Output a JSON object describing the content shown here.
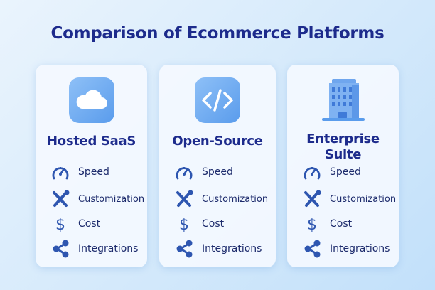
{
  "title": "Comparison of Ecommerce Platforms",
  "colors": {
    "title": "#1d2b8c",
    "icon": "#2e56b0",
    "accent": "#5a9cec"
  },
  "cards": [
    {
      "name": "Hosted SaaS",
      "icon": "cloud-icon",
      "features": [
        {
          "label": "Speed",
          "icon": "speedometer-icon"
        },
        {
          "label": "Customization",
          "icon": "tools-icon"
        },
        {
          "label": "Cost",
          "icon": "dollar-icon"
        },
        {
          "label": "Integrations",
          "icon": "share-icon"
        }
      ]
    },
    {
      "name": "Open-Source",
      "icon": "code-icon",
      "features": [
        {
          "label": "Speed",
          "icon": "speedometer-icon"
        },
        {
          "label": "Customization",
          "icon": "tools-icon"
        },
        {
          "label": "Cost",
          "icon": "dollar-icon"
        },
        {
          "label": "Integrations",
          "icon": "share-icon"
        }
      ]
    },
    {
      "name_line1": "Enterprise",
      "name_line2": "Suite",
      "icon": "building-icon",
      "features": [
        {
          "label": "Speed",
          "icon": "speedometer-icon"
        },
        {
          "label": "Customization",
          "icon": "tools-icon"
        },
        {
          "label": "Cost",
          "icon": "dollar-icon"
        },
        {
          "label": "Integrations",
          "icon": "share-icon"
        }
      ]
    }
  ]
}
